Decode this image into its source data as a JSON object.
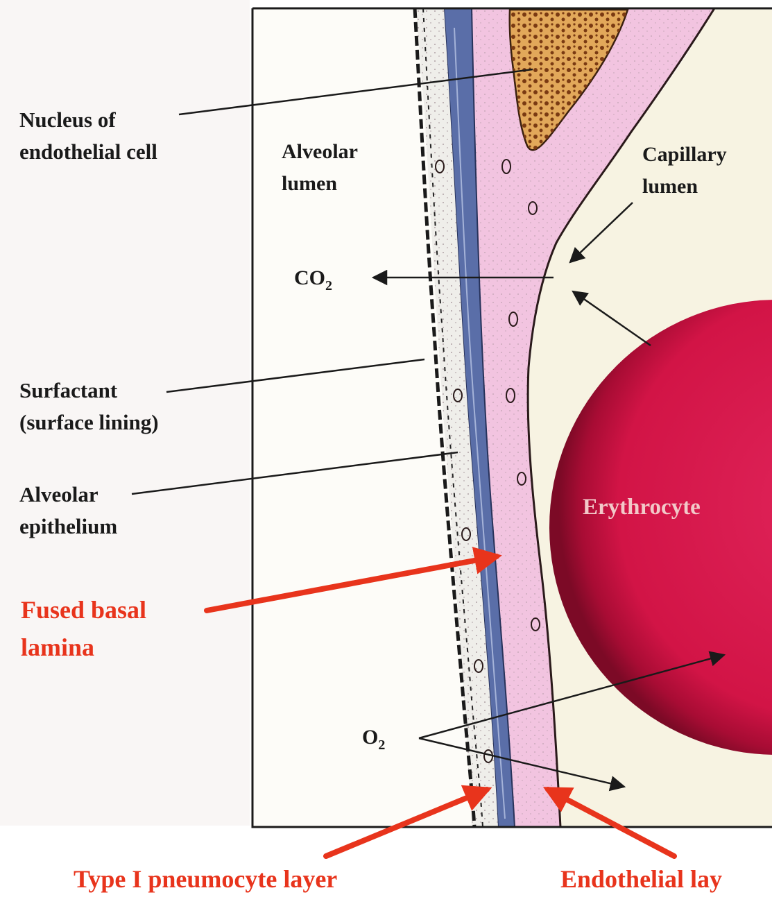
{
  "labels": {
    "nucleus": [
      "Nucleus of",
      "endothelial cell"
    ],
    "alveolar_lumen": [
      "Alveolar",
      "lumen"
    ],
    "capillary_lumen": [
      "Capillary",
      "lumen"
    ],
    "co2": {
      "base": "CO",
      "sub": "2"
    },
    "o2": {
      "base": "O",
      "sub": "2"
    },
    "surfactant": [
      "Surfactant",
      "(surface lining)"
    ],
    "alveolar_epithelium": [
      "Alveolar",
      "epithelium"
    ],
    "erythrocyte": "Erythrocyte",
    "fused_basal_lamina": [
      "Fused basal",
      "lamina"
    ],
    "type1_pneumocyte": "Type I pneumocyte layer",
    "endothelial_layer": "Endothelial lay"
  },
  "colors": {
    "annotation_red": "#e8341c",
    "endothelium_pink": "#f2c4e0",
    "basal_lamina_blue": "#5a6ea8",
    "nucleus_orange": "#e2a85a",
    "capillary_cream": "#f7f3e2",
    "erythrocyte_red": "#d4174a"
  }
}
